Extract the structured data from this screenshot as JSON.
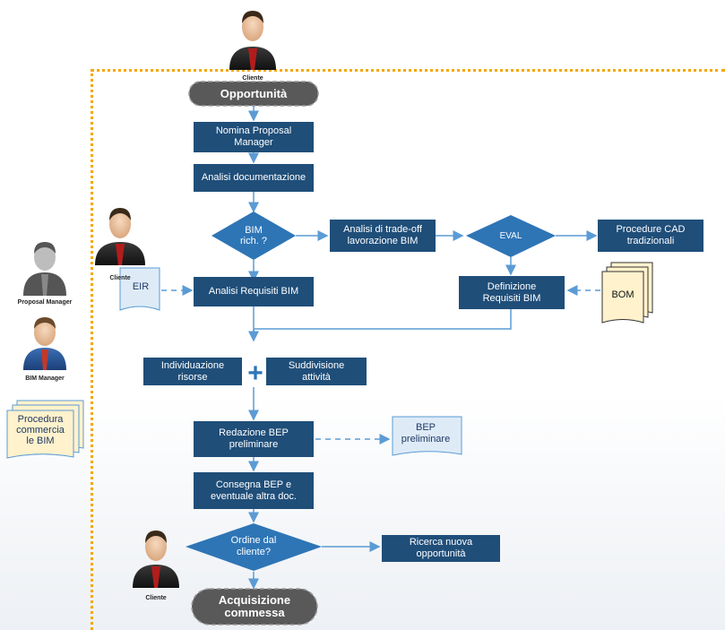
{
  "actors": {
    "cliente_top": "Cliente",
    "cliente_eir": "Cliente",
    "cliente_bottom": "Cliente",
    "proposal_manager": "Proposal Manager",
    "bim_manager": "BIM Manager"
  },
  "legend_doc": "Procedura commercia le BIM",
  "nodes": {
    "opportunita": "Opportunità",
    "nomina": "Nomina Proposal Manager",
    "analisi_doc": "Analisi documentazione",
    "bim_rich": "BIM rich. ?",
    "trade_off": "Analisi di trade-off lavorazione BIM",
    "eval": "EVAL",
    "cad": "Procedure CAD tradizionali",
    "analisi_req": "Analisi Requisiti BIM",
    "definizione": "Definizione Requisiti BIM",
    "eir": "EIR",
    "bom": "BOM",
    "individuazione": "Individuazione risorse",
    "plus": "+",
    "suddivisione": "Suddivisione attività",
    "redazione": "Redazione BEP preliminare",
    "bep_doc": "BEP preliminare",
    "consegna": "Consegna BEP e eventuale altra doc.",
    "ordine": "Ordine dal cliente?",
    "ricerca": "Ricerca nuova opportunità",
    "acquisizione": "Acquisizione commessa"
  },
  "colors": {
    "process": "#1f4e79",
    "decision": "#2e75b6",
    "terminal": "#595959",
    "document": "#deebf7",
    "document_warm": "#fff2cc",
    "connector": "#5b9bd5",
    "swimlane_border": "#f5a800"
  }
}
